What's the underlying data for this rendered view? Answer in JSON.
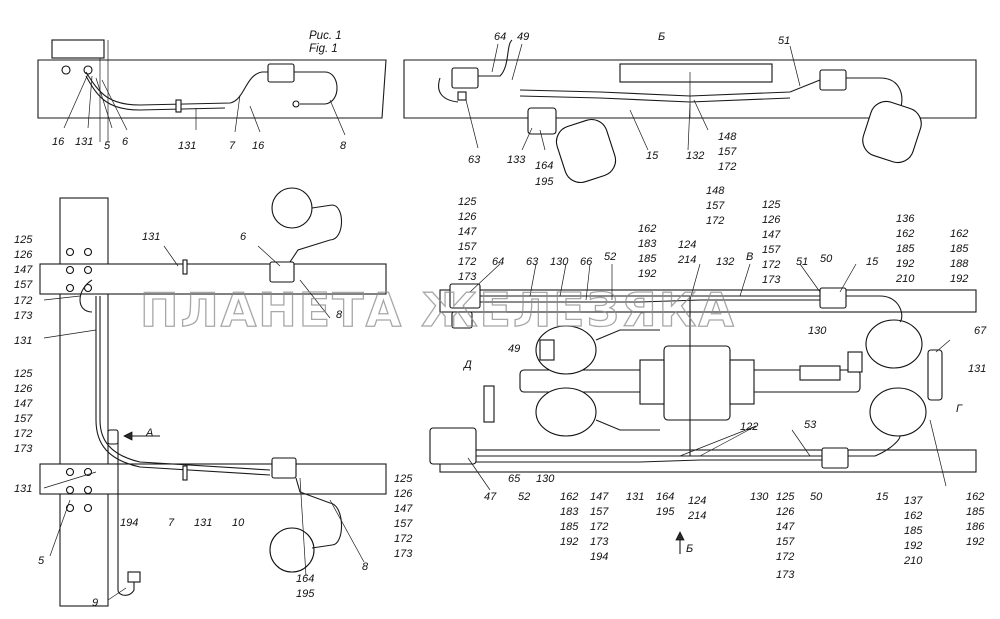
{
  "figure": {
    "title_ru": "Рис. 1",
    "title_en": "Fig. 1"
  },
  "view_markers": {
    "b_top": "Б",
    "b_bottom": "Б",
    "v": "В",
    "g": "Г",
    "d": "Д",
    "a": "А"
  },
  "watermark": "ПЛАНЕТА ЖЕЛЕЗЯКА",
  "labels": {
    "tl_16a": "16",
    "tl_131a": "131",
    "tl_5": "5",
    "tl_6": "6",
    "tl_131b": "131",
    "tl_7": "7",
    "tl_16b": "16",
    "tl_8": "8",
    "tr_64": "64",
    "tr_49": "49",
    "tr_51": "51",
    "tr_63": "63",
    "tr_133": "133",
    "tr_164": "164",
    "tr_195": "195",
    "tr_15": "15",
    "tr_132": "132",
    "tr_148": "148",
    "tr_157": "157",
    "tr_172": "172",
    "bl_stack1": [
      "125",
      "126",
      "147",
      "157"
    ],
    "bl_172": "172",
    "bl_173": "173",
    "bl_131a": "131",
    "bl_stack2": [
      "125",
      "126",
      "147",
      "157",
      "172",
      "173"
    ],
    "bl_131b": "131",
    "bl_5": "5",
    "bl_194": "194",
    "bl_7": "7",
    "bl_131c": "131",
    "bl_10": "10",
    "bl_8": "8",
    "bl_9": "9",
    "bl_164": "164",
    "bl_195": "195",
    "bl_131top": "131",
    "bl_6": "6",
    "bl_8top": "8",
    "br_stackA": [
      "125",
      "126",
      "147",
      "157",
      "172",
      "173"
    ],
    "br_64": "64",
    "br_63": "63",
    "br_130a": "130",
    "br_66": "66",
    "br_52a": "52",
    "br_stackB": [
      "162",
      "183",
      "185",
      "192"
    ],
    "br_124": "124",
    "br_214": "214",
    "br_stackC": [
      "148",
      "157",
      "172"
    ],
    "br_132": "132",
    "br_stackD": [
      "125",
      "126",
      "147",
      "157",
      "172",
      "173"
    ],
    "br_51": "51",
    "br_50a": "50",
    "br_15a": "15",
    "br_stackE": [
      "136",
      "162",
      "185",
      "192",
      "210"
    ],
    "br_stackF": [
      "162",
      "185",
      "188",
      "192"
    ],
    "br_130b": "130",
    "br_67": "67",
    "br_131r": "131",
    "br_49": "49",
    "br_53": "53",
    "br_122": "122",
    "br_stackG": [
      "125",
      "126",
      "147",
      "157",
      "172",
      "173"
    ],
    "br_47": "47",
    "br_65": "65",
    "br_52b": "52",
    "br_130c": "130",
    "br_stackH": [
      "162",
      "183",
      "185",
      "192"
    ],
    "br_stackI": [
      "147",
      "157",
      "172",
      "173",
      "194"
    ],
    "br_131": "131",
    "br_164": "164",
    "br_195": "195",
    "br_124b": "124",
    "br_214b": "214",
    "br_130d": "130",
    "br_stackJ": [
      "125",
      "126",
      "147",
      "157",
      "172",
      "173"
    ],
    "br_50b": "50",
    "br_15b": "15",
    "br_stackK": [
      "137",
      "162",
      "185",
      "192",
      "210"
    ],
    "br_stackL": [
      "162",
      "185",
      "186",
      "192"
    ]
  }
}
